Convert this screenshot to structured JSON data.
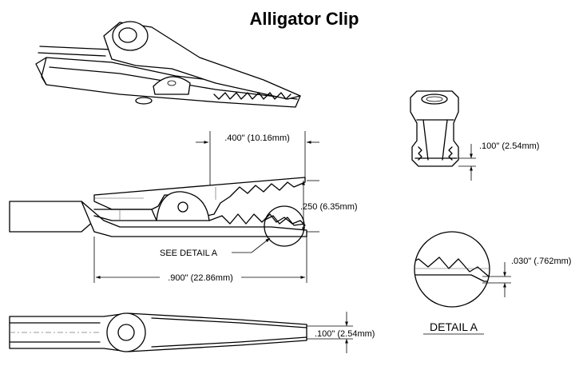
{
  "title": "Alligator Clip",
  "dimensions": {
    "jaw_offset": ".400\" (10.16mm)",
    "jaw_height": ".250 (6.35mm)",
    "overall_length": ".900\" (22.86mm)",
    "tip_height_top": ".100\" (2.54mm)",
    "tip_height_end": ".100\" (2.54mm)",
    "tooth_depth": ".030\" (.762mm)"
  },
  "callouts": {
    "see_detail": "SEE DETAIL A",
    "detail_label": "DETAIL A"
  }
}
